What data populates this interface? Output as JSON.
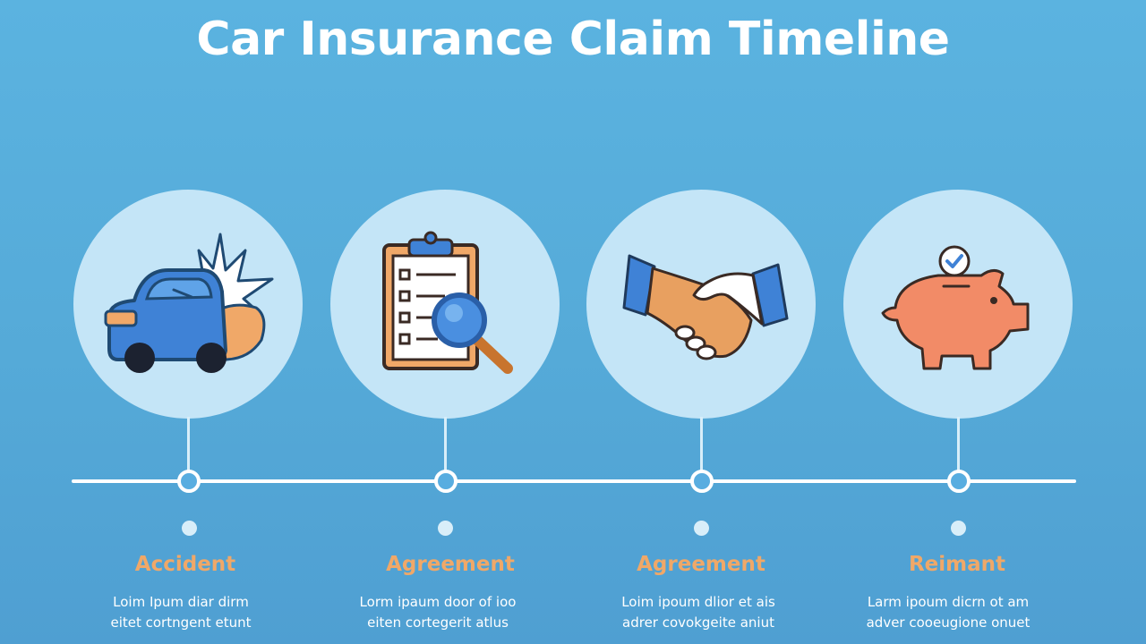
{
  "title": "Car Insurance Claim Timeline",
  "colors": {
    "background": "#55aad8",
    "circle": "#c4e5f7",
    "line": "#ffffff",
    "label": "#f0a868",
    "icon_blue": "#3f82d6",
    "icon_orange": "#f28b67"
  },
  "steps": [
    {
      "icon": "car-crash-icon",
      "label": "Accident",
      "desc_line1": "Loim Ipum diar dirm",
      "desc_line2": "eitet cortngent etunt"
    },
    {
      "icon": "clipboard-magnifier-icon",
      "label": "Agreement",
      "desc_line1": "Lorm ipaum door of ioo",
      "desc_line2": "eiten cortegerit atlus"
    },
    {
      "icon": "handshake-icon",
      "label": "Agreement",
      "desc_line1": "Loim ipoum dlior et ais",
      "desc_line2": "adrer covokgeite aniut"
    },
    {
      "icon": "piggy-bank-icon",
      "label": "Reimant",
      "desc_line1": "Larm ipoum dicrn ot am",
      "desc_line2": "adver cooeugione onuet"
    }
  ]
}
